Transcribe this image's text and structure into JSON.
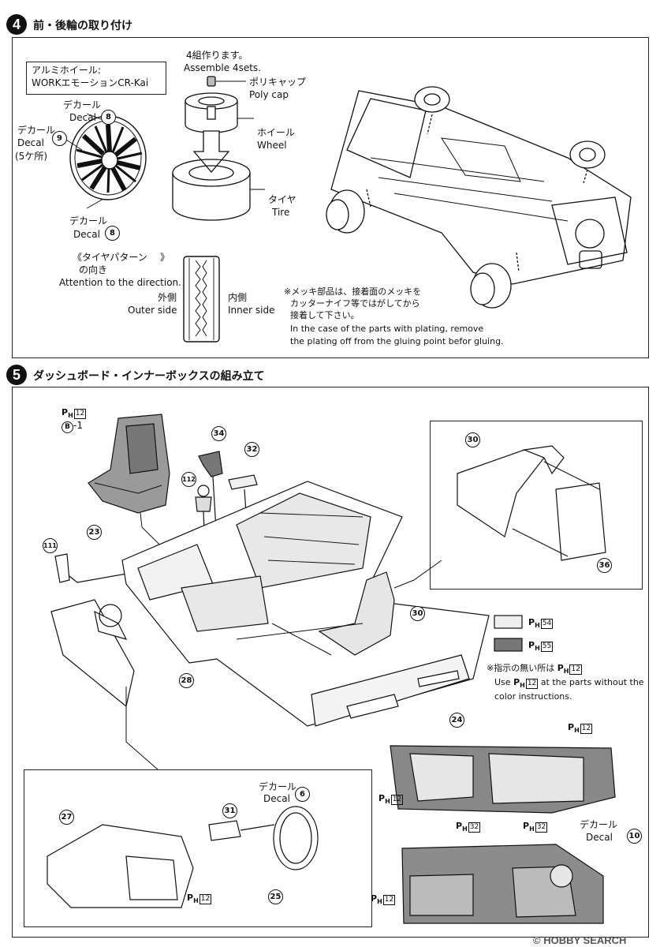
{
  "step4": {
    "number": "4",
    "title": "前・後輪の取り付け",
    "wheel_label_jp": "アルミホイール:",
    "wheel_label_en": "WORKエモーションCR-Kai",
    "decal_top_jp": "デカール",
    "decal_top_en": "Decal",
    "decal_top_num": "8",
    "decal_left_jp": "デカール",
    "decal_left_en": "Decal",
    "decal_left_count": "(5ケ所)",
    "decal_left_num": "9",
    "decal_bottom_jp": "デカール",
    "decal_bottom_en": "Decal",
    "decal_bottom_num": "8",
    "assemble_jp": "4組作ります。",
    "assemble_en": "Assemble 4sets.",
    "polycap_jp": "ポリキャップ",
    "polycap_en": "Poly cap",
    "wheel_jp": "ホイール",
    "wheel_en": "Wheel",
    "tire_jp": "タイヤ",
    "tire_en": "Tire",
    "tread_jp1": "《タイヤパターン",
    "tread_jp2": "の向き",
    "tread_bracket": "》",
    "tread_en": "Attention to the direction.",
    "outer_jp": "外側",
    "outer_en": "Outer side",
    "inner_jp": "内側",
    "inner_en": "Inner side",
    "note_jp1": "※メッキ部品は、接着面のメッキを",
    "note_jp2": "カッターナイフ等ではがしてから",
    "note_jp3": "接着して下さい。",
    "note_en1": "In the case of the parts with plating, remove",
    "note_en2": "the plating off from the gluing point befor gluing."
  },
  "step5": {
    "number": "5",
    "title": "ダッシュボード・インナーボックスの組み立て",
    "seat_color_code": "12",
    "seat_color_sub": "B",
    "seat_color_suffix": "-1",
    "parts": {
      "p34": "34",
      "p32": "32",
      "p112": "112",
      "p111": "111",
      "p23": "23",
      "p30a": "30",
      "p30b": "30",
      "p36": "36",
      "p28": "28",
      "p24": "24",
      "p27": "27",
      "p31": "31",
      "p25": "25"
    },
    "legend_color1": "54",
    "legend_color2": "55",
    "legend_note_jp": "※指示の無い所は",
    "legend_note_code": "12",
    "legend_note_en1_pre": "Use",
    "legend_note_en1_code": "12",
    "legend_note_en1_post": "at the parts without the",
    "legend_note_en2": "color instructions.",
    "door_codes": [
      "12",
      "12",
      "32",
      "32"
    ],
    "dash_decal_jp": "デカール",
    "dash_decal_en": "Decal",
    "dash_decal_num": "10",
    "dash_code": "12",
    "wheel_decal_jp": "デカール",
    "wheel_decal_en": "Decal",
    "wheel_decal_num": "6",
    "sw_code": "12",
    "ph_prefix": "P",
    "ph_sub": "H"
  },
  "colors": {
    "swatch1": "#efefef",
    "swatch2": "#777777"
  },
  "watermark": {
    "copyright": "©",
    "brand": "HOBBY SEARCH"
  }
}
